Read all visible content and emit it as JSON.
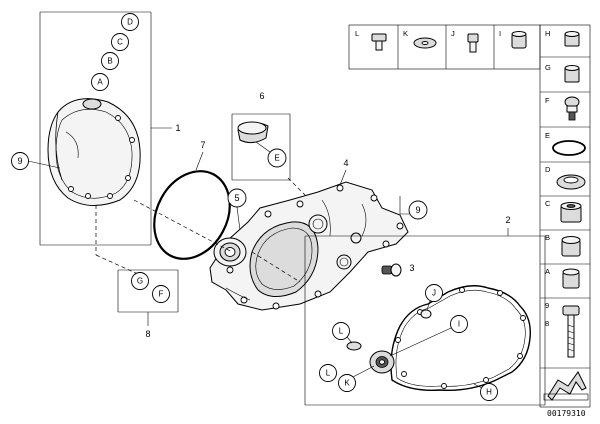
{
  "callouts": {
    "cover_D": "D",
    "cover_C": "C",
    "cover_B": "B",
    "cover_A": "A",
    "left_9": "9",
    "num_1": "1",
    "num_7": "7",
    "num_6": "6",
    "cap_E": "E",
    "num_5": "5",
    "num_4": "4",
    "right_9": "9",
    "num_3": "3",
    "num_2": "2",
    "sub_G": "G",
    "sub_F": "F",
    "num_8": "8",
    "gasket_J": "J",
    "gasket_I": "I",
    "gasket_L1": "L",
    "gasket_L2": "L",
    "gasket_K": "K",
    "gasket_H": "H"
  },
  "legend": {
    "top_row": [
      "L",
      "K",
      "J",
      "I",
      "H"
    ],
    "right_col": [
      "G",
      "F",
      "E",
      "D",
      "C",
      "B",
      "A",
      "9"
    ],
    "screw_extra": "8"
  },
  "reference_number": "00179310"
}
